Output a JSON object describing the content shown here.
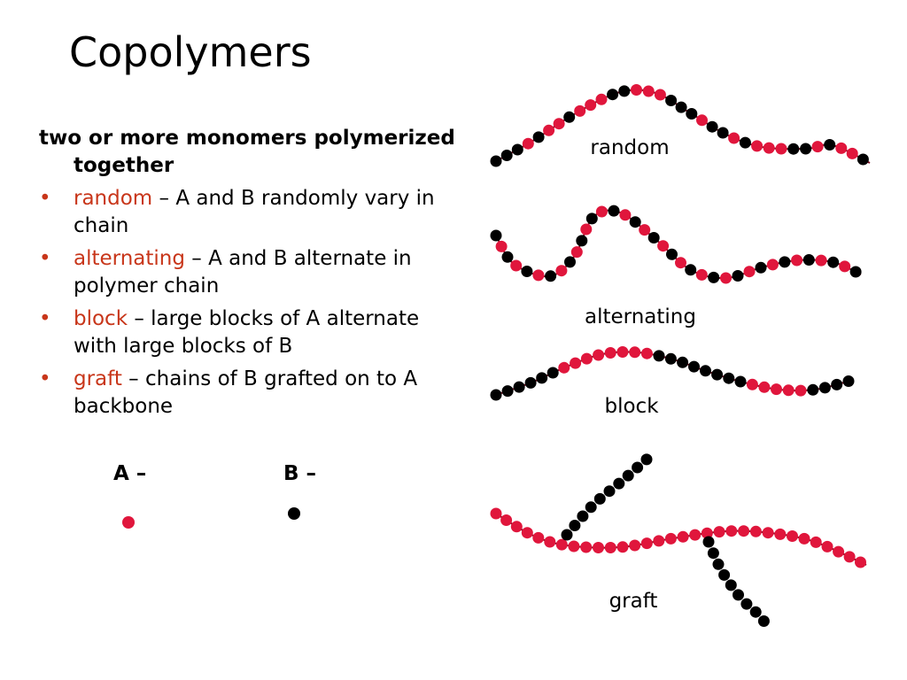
{
  "slide": {
    "title": "Copolymers",
    "intro": "two or more monomers polymerized together",
    "bullets": [
      {
        "term": "random",
        "text": " – A and B randomly vary in chain"
      },
      {
        "term": "alternating",
        "text": " – A and B alternate in polymer chain"
      },
      {
        "term": "block",
        "text": " – large blocks of A alternate with large blocks of B"
      },
      {
        "term": "graft",
        "text": " – chains of B grafted on to A backbone"
      }
    ],
    "bullet_glyph": "•"
  },
  "legend": {
    "a_label": "A –",
    "b_label": "B –"
  },
  "diagrams": {
    "random_label": "random",
    "alternating_label": "alternating",
    "block_label": "block",
    "graft_label": "graft"
  },
  "colors": {
    "monomer_a": "#e0163c",
    "monomer_b": "#000000",
    "term": "#c8361a",
    "chain_line": "#7a0a1e"
  }
}
